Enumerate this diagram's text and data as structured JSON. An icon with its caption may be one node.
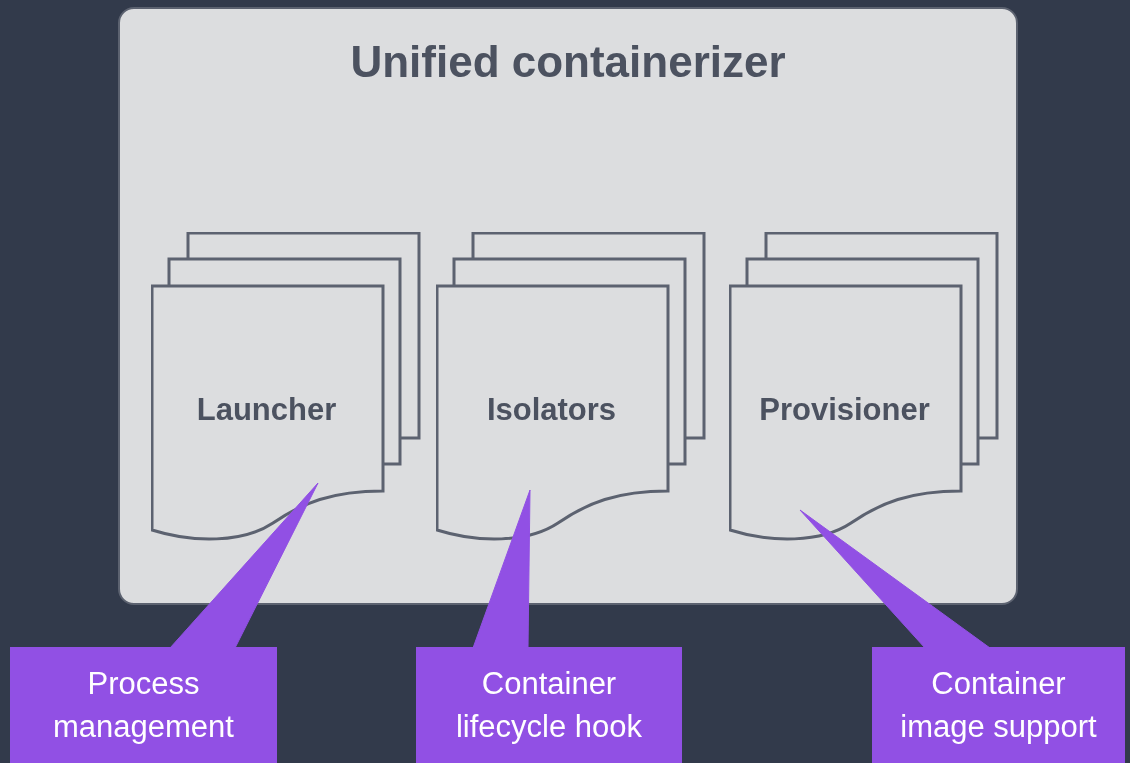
{
  "diagram": {
    "nodes": [
      {
        "text": [
          "Unified containerizer"
        ]
      },
      {
        "text": [
          "Launcher"
        ],
        "in": 0
      },
      {
        "text": [
          "Isolators"
        ],
        "in": 0
      },
      {
        "text": [
          "Provisioner"
        ],
        "in": 0
      },
      {
        "text": [
          "Process management"
        ]
      },
      {
        "text": [
          "Container lifecycle hook"
        ]
      },
      {
        "text": [
          "Container image support"
        ]
      }
    ],
    "edges": [
      {
        "from": 4,
        "to": 1,
        "arrow": "none"
      },
      {
        "from": 5,
        "to": 2,
        "arrow": "none"
      },
      {
        "from": 6,
        "to": 3,
        "arrow": "none"
      }
    ]
  }
}
